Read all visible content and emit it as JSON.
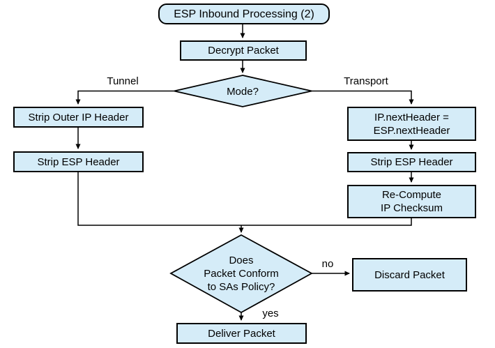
{
  "diagram": {
    "title": "ESP Inbound Processing (2)",
    "colors": {
      "node_fill": "#d5ecf8",
      "node_border": "#000000",
      "connector": "#000000",
      "text": "#000000",
      "background": "#ffffff"
    },
    "nodes": {
      "start": "ESP Inbound Processing (2)",
      "decrypt": "Decrypt Packet",
      "mode": "Mode?",
      "strip_outer": "Strip Outer IP Header",
      "strip_esp_left": "Strip ESP Header",
      "ip_next_header": "IP.nextHeader =\nESP.nextHeader",
      "strip_esp_right": "Strip ESP Header",
      "recompute": "Re-Compute\nIP Checksum",
      "policy": "Does\nPacket Conform\nto SAs Policy?",
      "discard": "Discard Packet",
      "deliver": "Deliver Packet"
    },
    "edge_labels": {
      "tunnel": "Tunnel",
      "transport": "Transport",
      "no": "no",
      "yes": "yes"
    }
  }
}
